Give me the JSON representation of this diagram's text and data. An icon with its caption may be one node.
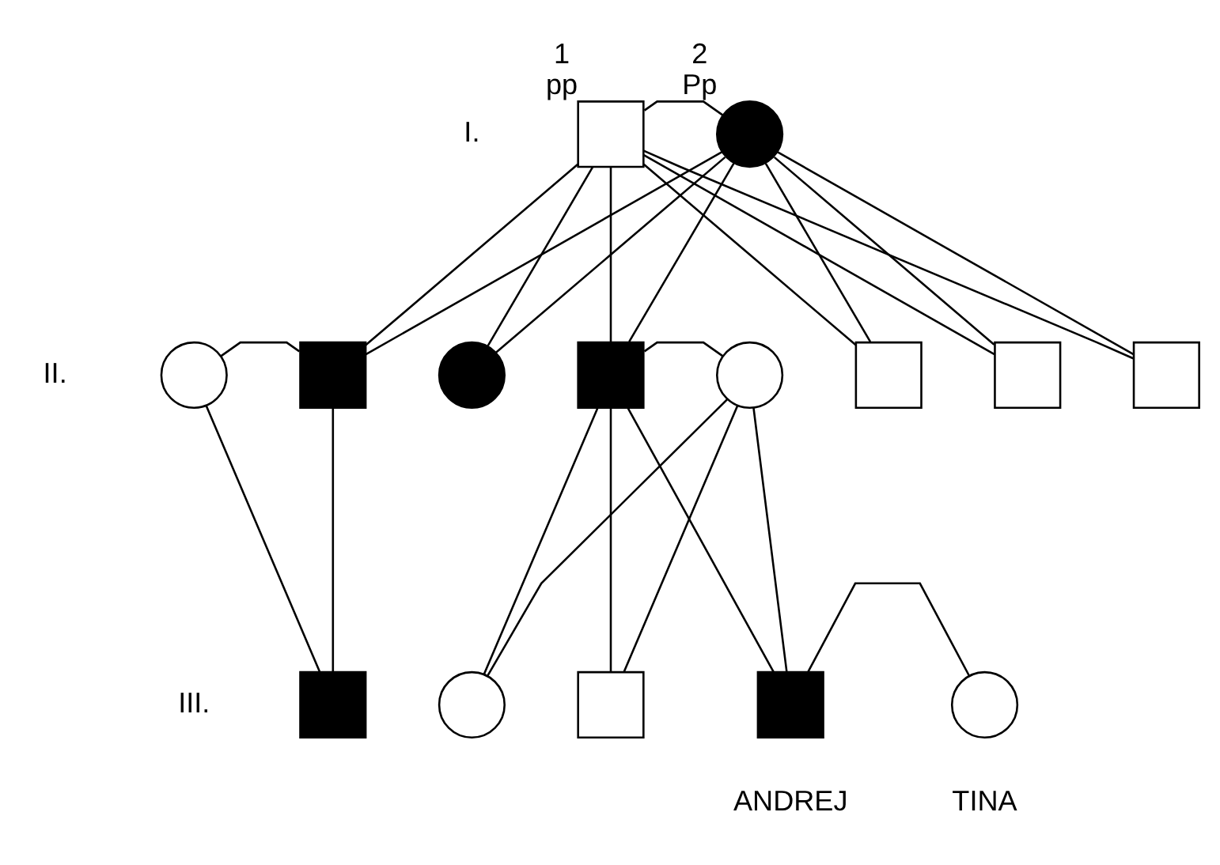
{
  "diagram": {
    "nodes": [
      {
        "text": [],
        "shape": "box",
        "beside": [
          "1",
          "pp"
        ]
      },
      {
        "text": [],
        "shape": "circle",
        "beside": [
          "2",
          "Pp"
        ]
      },
      {
        "text": [],
        "shape": "circle"
      },
      {
        "text": [],
        "shape": "box"
      },
      {
        "text": [],
        "shape": "circle"
      },
      {
        "text": [],
        "shape": "box"
      },
      {
        "text": [],
        "shape": "circle"
      },
      {
        "text": [],
        "shape": "box"
      },
      {
        "text": [],
        "shape": "box"
      },
      {
        "text": [],
        "shape": "box"
      },
      {
        "text": [],
        "shape": "box"
      },
      {
        "text": [],
        "shape": "circle"
      },
      {
        "text": [],
        "shape": "box"
      },
      {
        "text": [],
        "shape": "box",
        "beside": [
          "ANDREJ"
        ]
      },
      {
        "text": [],
        "shape": "circle",
        "beside": [
          "TINA"
        ]
      }
    ],
    "edges": [
      {
        "from": 0,
        "to": 1,
        "arrow": "none"
      },
      {
        "from": 0,
        "to": 3,
        "arrow": "none"
      },
      {
        "from": 0,
        "to": 4,
        "arrow": "none"
      },
      {
        "from": 0,
        "to": 5,
        "arrow": "none"
      },
      {
        "from": 0,
        "to": 7,
        "arrow": "none"
      },
      {
        "from": 0,
        "to": 8,
        "arrow": "none"
      },
      {
        "from": 0,
        "to": 9,
        "arrow": "none"
      },
      {
        "from": 1,
        "to": 3,
        "arrow": "none"
      },
      {
        "from": 1,
        "to": 4,
        "arrow": "none"
      },
      {
        "from": 1,
        "to": 5,
        "arrow": "none"
      },
      {
        "from": 1,
        "to": 7,
        "arrow": "none"
      },
      {
        "from": 1,
        "to": 8,
        "arrow": "none"
      },
      {
        "from": 1,
        "to": 9,
        "arrow": "none"
      },
      {
        "from": 2,
        "to": 3,
        "arrow": "none"
      },
      {
        "from": 2,
        "to": 10,
        "arrow": "none"
      },
      {
        "from": 3,
        "to": 10,
        "arrow": "none"
      },
      {
        "from": 5,
        "to": 6,
        "arrow": "none"
      },
      {
        "from": 5,
        "to": 11,
        "arrow": "none"
      },
      {
        "from": 5,
        "to": 12,
        "arrow": "none"
      },
      {
        "from": 5,
        "to": 13,
        "arrow": "none"
      },
      {
        "from": 6,
        "to": 11,
        "arrow": "none"
      },
      {
        "from": 6,
        "to": 12,
        "arrow": "none"
      },
      {
        "from": 6,
        "to": 13,
        "arrow": "none"
      },
      {
        "from": 13,
        "to": 14,
        "arrow": "none"
      }
    ],
    "labels": [
      "I.",
      "II.",
      "III."
    ]
  }
}
